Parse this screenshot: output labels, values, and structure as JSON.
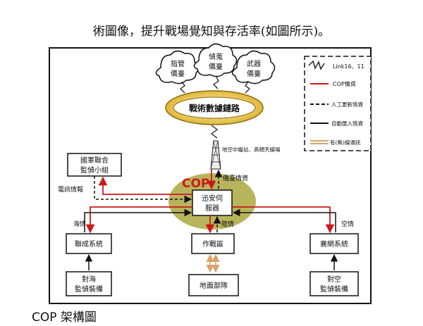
{
  "header": {
    "text": "術圖像，提升戰場覺知與存活率(如圖所示)。"
  },
  "caption": {
    "text": "COP 架構圖"
  },
  "clouds": [
    {
      "line1": "指管",
      "line2": "儀臺"
    },
    {
      "line1": "偵蒐",
      "line2": "儀臺"
    },
    {
      "line1": "武器",
      "line2": "儀臺"
    }
  ],
  "ring_label": "戰術數據鏈路",
  "tower_label": "地空中繼站、高頻天線場",
  "nodes": {
    "joint": {
      "line1": "國軍聯合",
      "line2": "監偵小組"
    },
    "server": {
      "line1": "迅安伺",
      "line2": "服器"
    },
    "lianche": "聯成系統",
    "combat": "作戰區",
    "xiangwang": "襄網系統",
    "sea_sensor": {
      "line1": "對海",
      "line2": "監偵裝備"
    },
    "ground": "地面部隊",
    "air_sensor": {
      "line1": "對空",
      "line2": "監偵裝備"
    }
  },
  "cop_label": "COP",
  "flow_labels": {
    "display": "儀臺情資",
    "elec": "電訊情報",
    "sea": "海情",
    "land": "陸情",
    "air": "空情"
  },
  "legend": [
    {
      "label": "Link16、11",
      "style": "zigzag",
      "color": "#222222"
    },
    {
      "label": "COP情資",
      "style": "solid",
      "color": "#cc1a1a"
    },
    {
      "label": "人工更新情資",
      "style": "dashed",
      "color": "#111111"
    },
    {
      "label": "自動匯入情資",
      "style": "solid",
      "color": "#111111"
    },
    {
      "label": "有(無)線通訊",
      "style": "double",
      "color": "#d9a36a"
    }
  ],
  "colors": {
    "red": "#cc1a1a",
    "olive": "#b8b45c",
    "gold": "#e6c04a",
    "tan": "#d9a36a"
  }
}
